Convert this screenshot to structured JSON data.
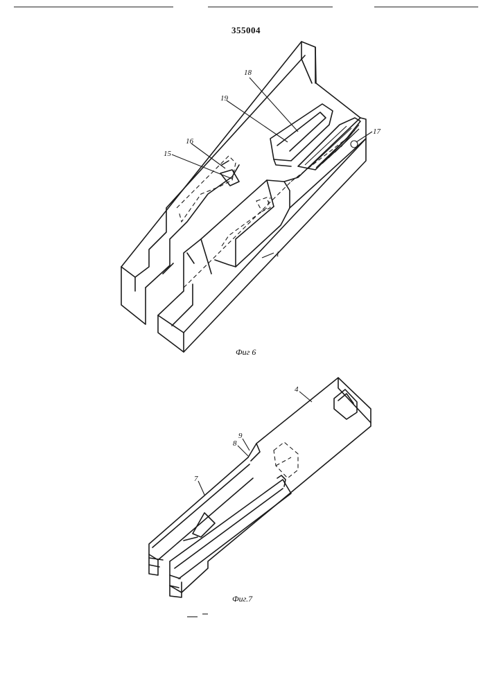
{
  "document": {
    "number": "355004"
  },
  "figure6": {
    "caption": "Фиг 6",
    "labels": {
      "l18": "18",
      "l19": "19",
      "l16": "16",
      "l15": "15",
      "l17": "17",
      "l1": "1"
    }
  },
  "figure7": {
    "caption": "Фиг.7",
    "labels": {
      "l4": "4",
      "l9": "9",
      "l8": "8",
      "l7": "7"
    }
  }
}
